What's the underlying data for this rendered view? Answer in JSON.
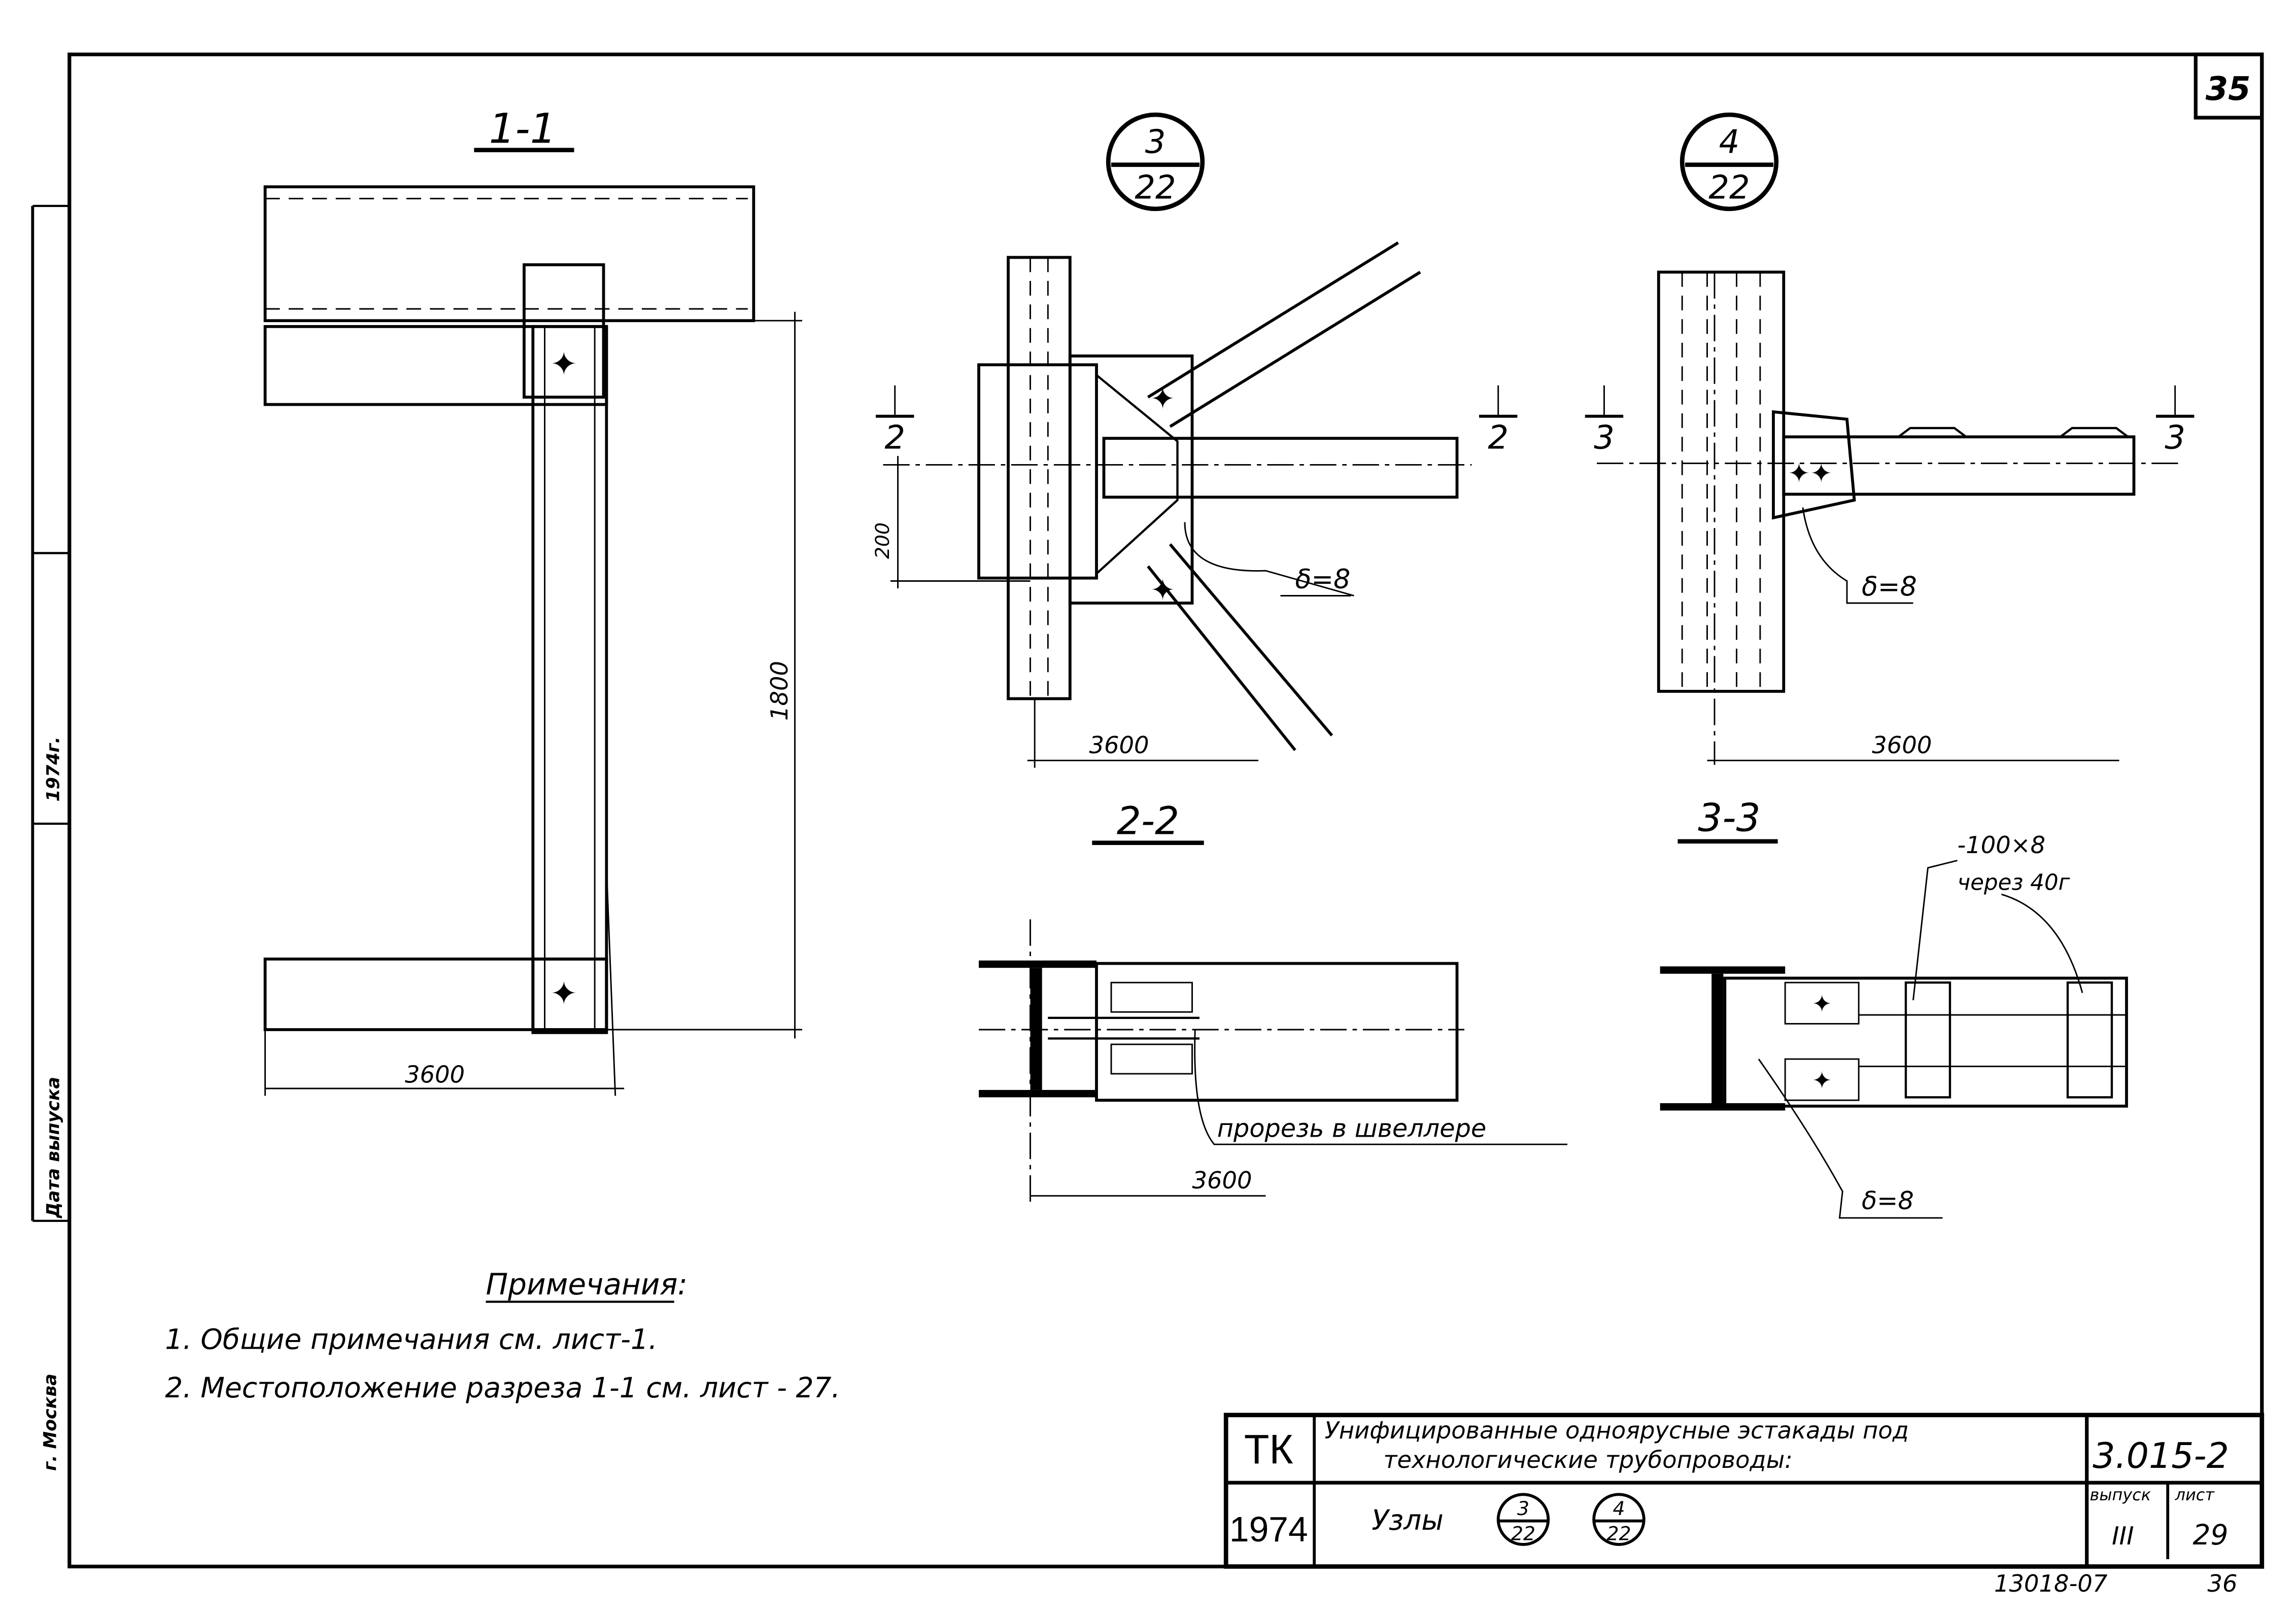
{
  "sheet_corner_number": "35",
  "left_strip": {
    "year_label": "1974г.",
    "stamp_label": "Дата выпуска",
    "author": "г. Москва"
  },
  "section_1_1": {
    "title": "1-1",
    "dim_vertical": "1800",
    "dim_horizontal": "3600"
  },
  "node_3": {
    "callout_top": "3",
    "callout_bottom": "22",
    "cut_mark_left": "2",
    "cut_mark_right": "2",
    "dim_vertical": "200",
    "plate_label": "δ=8",
    "dim_horizontal": "3600"
  },
  "node_4": {
    "callout_top": "4",
    "callout_bottom": "22",
    "cut_mark_left": "3",
    "cut_mark_right": "3",
    "plate_label": "δ=8",
    "dim_horizontal": "3600"
  },
  "section_2_2": {
    "title": "2-2",
    "slot_label": "прорезь в швеллере",
    "dim_horizontal": "3600"
  },
  "section_3_3": {
    "title": "3-3",
    "strip_label": "-100×8",
    "strip_spacing": "через 40г",
    "plate_label": "δ=8"
  },
  "notes": {
    "title": "Примечания:",
    "items": [
      "1. Общие примечания см. лист-1.",
      "2. Местоположение разреза 1-1 см. лист - 27."
    ]
  },
  "title_block": {
    "org": "ТК",
    "year": "1974",
    "title_line1": "Унифицированные одноярусные эстакады под",
    "title_line2": "технологические трубопроводы:",
    "subtitle": "Узлы",
    "callout_a_top": "3",
    "callout_a_bottom": "22",
    "callout_b_top": "4",
    "callout_b_bottom": "22",
    "series_code": "3.015-2",
    "issue_label": "выпуск",
    "issue_value": "III",
    "sheet_label": "лист",
    "sheet_value": "29"
  },
  "footer": {
    "order_number": "13018-07",
    "page_number": "36"
  }
}
